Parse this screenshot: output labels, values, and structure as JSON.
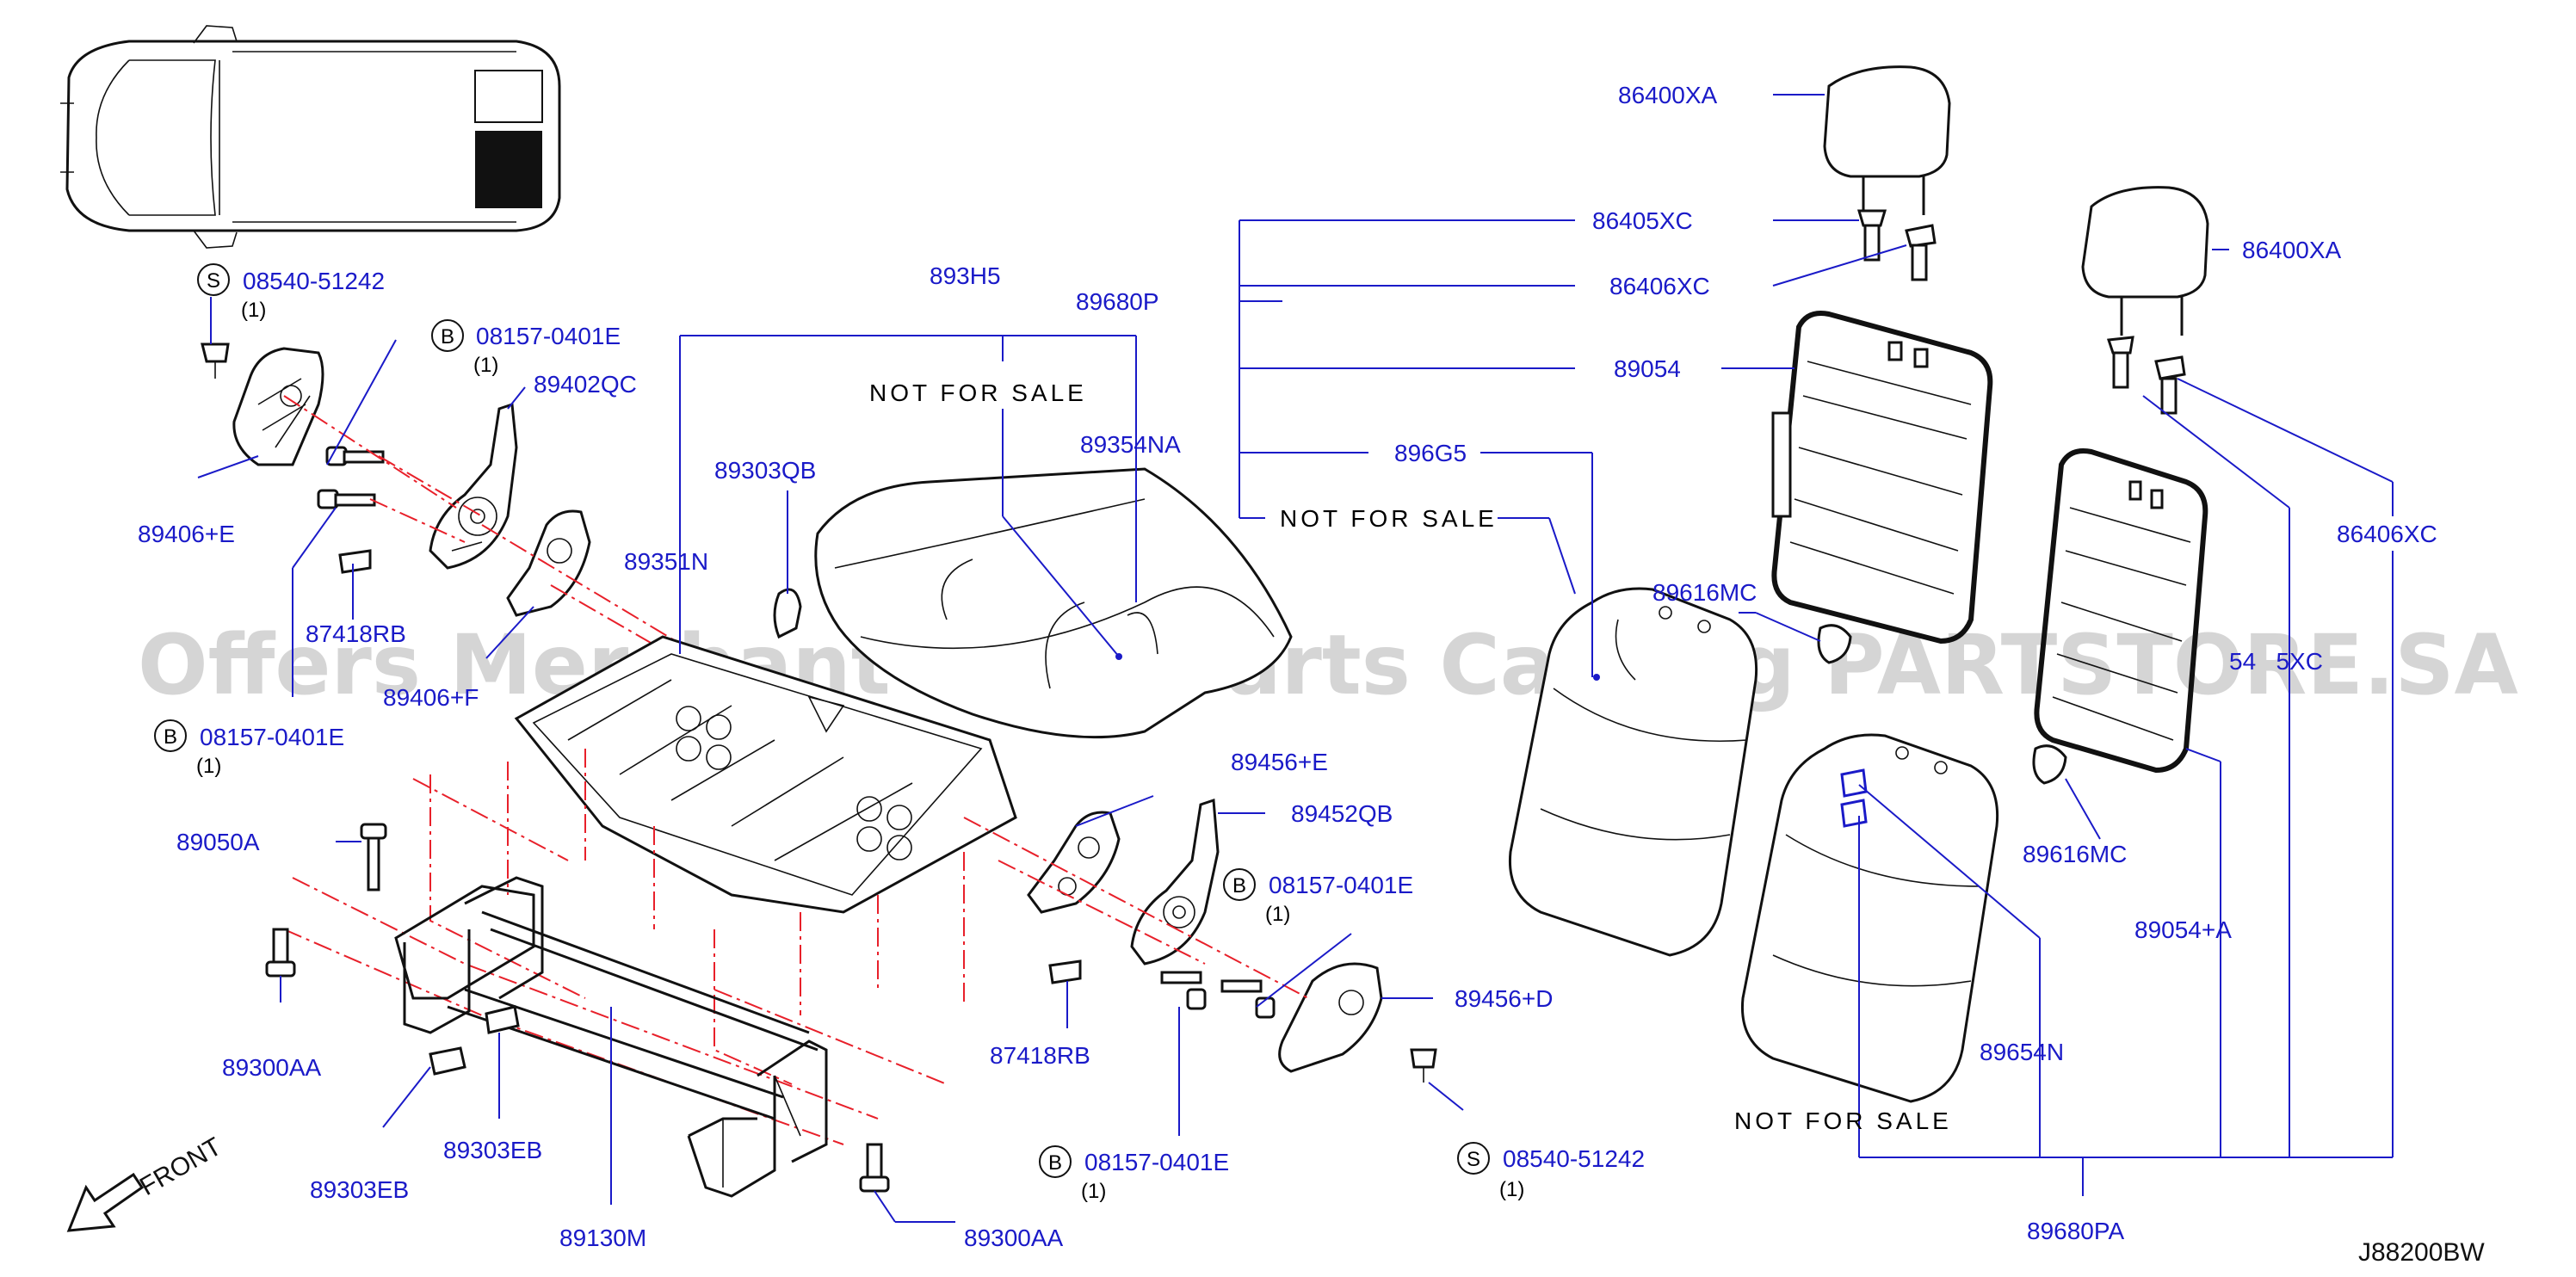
{
  "watermark": "Offers Merchant Auto Parts Catalog PARTSTORE.SA",
  "diagram_code": "J88200BW",
  "front_label": "FRONT",
  "callouts": {
    "p86400XA_a": "86400XA",
    "p86405XC": "86405XC",
    "p86406XC_a": "86406XC",
    "p89680P": "89680P",
    "p89054": "89054",
    "p896G5": "896G5",
    "p86400XA_b": "86400XA",
    "p86406XC_b": "86406XC",
    "p89616MC_a": "89616MC",
    "p89616MC_b": "89616MC",
    "p89054A": "89054+A",
    "p89654N": "89654N",
    "p89680PA": "89680PA",
    "p893H5": "893H5",
    "p89354NA": "89354NA",
    "p89303QB": "89303QB",
    "p89351N": "89351N",
    "p89402QC": "89402QC",
    "p89406E": "89406+E",
    "p87418RB_a": "87418RB",
    "p89406F": "89406+F",
    "p89050A": "89050A",
    "p89300AA_a": "89300AA",
    "p89303EB_a": "89303EB",
    "p89303EB_b": "89303EB",
    "p89130M": "89130M",
    "p89300AA_b": "89300AA",
    "p89456E": "89456+E",
    "p89452QB": "89452QB",
    "p87418RB_b": "87418RB",
    "p89456D": "89456+D",
    "p5XC_partial": "54   5XC"
  },
  "std_parts": {
    "s1": {
      "circle": "S",
      "code": "08540-51242",
      "qty": "(1)"
    },
    "b1": {
      "circle": "B",
      "code": "08157-0401E",
      "qty": "(1)"
    },
    "b2": {
      "circle": "B",
      "code": "08157-0401E",
      "qty": "(1)"
    },
    "b3": {
      "circle": "B",
      "code": "08157-0401E",
      "qty": "(1)"
    },
    "b4": {
      "circle": "B",
      "code": "08157-0401E",
      "qty": "(1)"
    },
    "s2": {
      "circle": "S",
      "code": "08540-51242",
      "qty": "(1)"
    }
  },
  "not_for_sale": {
    "a": "NOT FOR SALE",
    "b": "NOT FOR SALE",
    "c": "NOT FOR SALE"
  },
  "colors": {
    "callout": "#1a1ac8",
    "phantom": "#e8202a",
    "line": "#111111"
  }
}
